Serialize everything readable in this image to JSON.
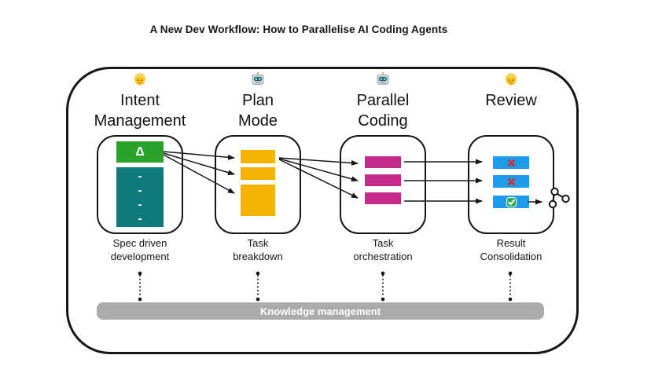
{
  "title": "A New Dev Workflow: How to Parallelise AI Coding Agents",
  "colors": {
    "ink": "#161616",
    "spec_delta_green": "#2BA32B",
    "spec_body_teal": "#0E7A7A",
    "task_yellow": "#F5B301",
    "orchestration_magenta": "#C62A8C",
    "review_blue": "#1E9BE9",
    "knowledge_gray": "#ABABAB",
    "cross_red": "#D92B2B",
    "check_green": "#2FAE4D"
  },
  "diagram": {
    "columns": [
      {
        "id": "intent-management",
        "icon": "person-blond-icon",
        "heading": "Intent\nManagement",
        "caption": "Spec driven\ndevelopment",
        "card": {
          "type": "spec-document",
          "delta_glyph": "Δ",
          "dashes": [
            "-",
            "-",
            "-",
            "-"
          ]
        }
      },
      {
        "id": "plan-mode",
        "icon": "robot-icon",
        "heading": "Plan\nMode",
        "caption": "Task\nbreakdown",
        "card": {
          "type": "task-list",
          "bar_count": 3
        }
      },
      {
        "id": "parallel-coding",
        "icon": "robot-icon",
        "heading": "Parallel\nCoding",
        "caption": "Task\norchestration",
        "card": {
          "type": "task-list",
          "bar_count": 3
        }
      },
      {
        "id": "review",
        "icon": "person-blond-icon",
        "heading": "Review",
        "caption": "Result\nConsolidation",
        "card": {
          "type": "review-list",
          "items": [
            {
              "status": "rejected",
              "icon": "cross-mark-icon"
            },
            {
              "status": "rejected",
              "icon": "cross-mark-icon"
            },
            {
              "status": "approved",
              "icon": "check-mark-icon"
            }
          ]
        }
      }
    ],
    "output_icon": "git-branch-icon",
    "knowledge_bar": {
      "label": "Knowledge management"
    }
  }
}
